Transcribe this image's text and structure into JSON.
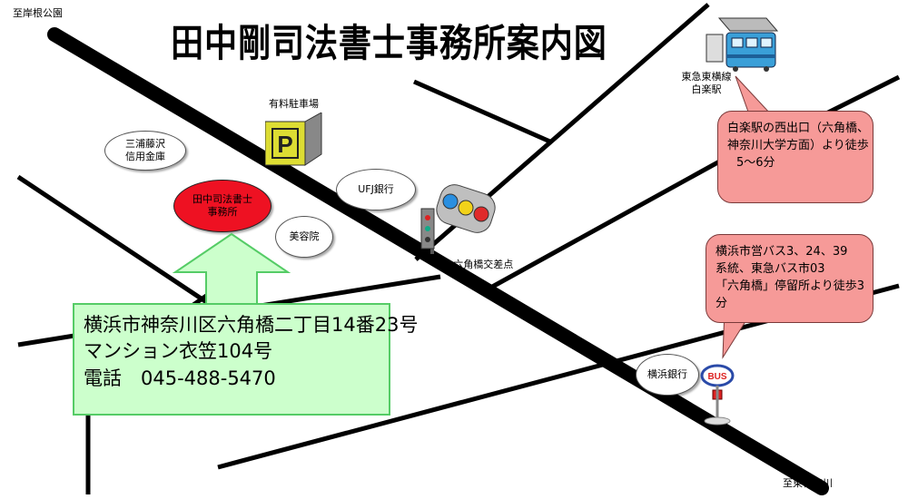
{
  "title": "田中剛司法書士事務所案内図",
  "directions": {
    "top_left": "至岸根公園",
    "bottom_right": "至東神奈川"
  },
  "landmarks": {
    "parking": "有料駐車場",
    "parking_sign": "P",
    "mitsuura": [
      "三浦藤沢",
      "信用金庫"
    ],
    "office": [
      "田中司法書士",
      "事務所"
    ],
    "ufj": "UFJ銀行",
    "beauty": "美容院",
    "intersection": "←六角橋交差点",
    "station": [
      "東急東横線",
      "白楽駅"
    ],
    "yokohama_bank": "横浜銀行",
    "bus_sign": "BUS"
  },
  "callouts": {
    "station": [
      "白楽駅の西出口（六角橋、",
      "神奈川大学方面）より徒歩",
      "5～6分"
    ],
    "bus": [
      "横浜市営バス3、24、39",
      "系統、東急バス市03",
      "「六角橋」停留所より徒歩3分"
    ]
  },
  "address": {
    "line1": "横浜市神奈川区六角橋二丁目14番23号",
    "line2": "マンション衣笠104号",
    "line3": "電話　045-488-5470"
  },
  "colors": {
    "road": "#000000",
    "office": "#ee1122",
    "callout": "#f69a98",
    "info_box": "#ccffcc",
    "info_border": "#55cc66",
    "parking_sign": "#dddd33"
  }
}
